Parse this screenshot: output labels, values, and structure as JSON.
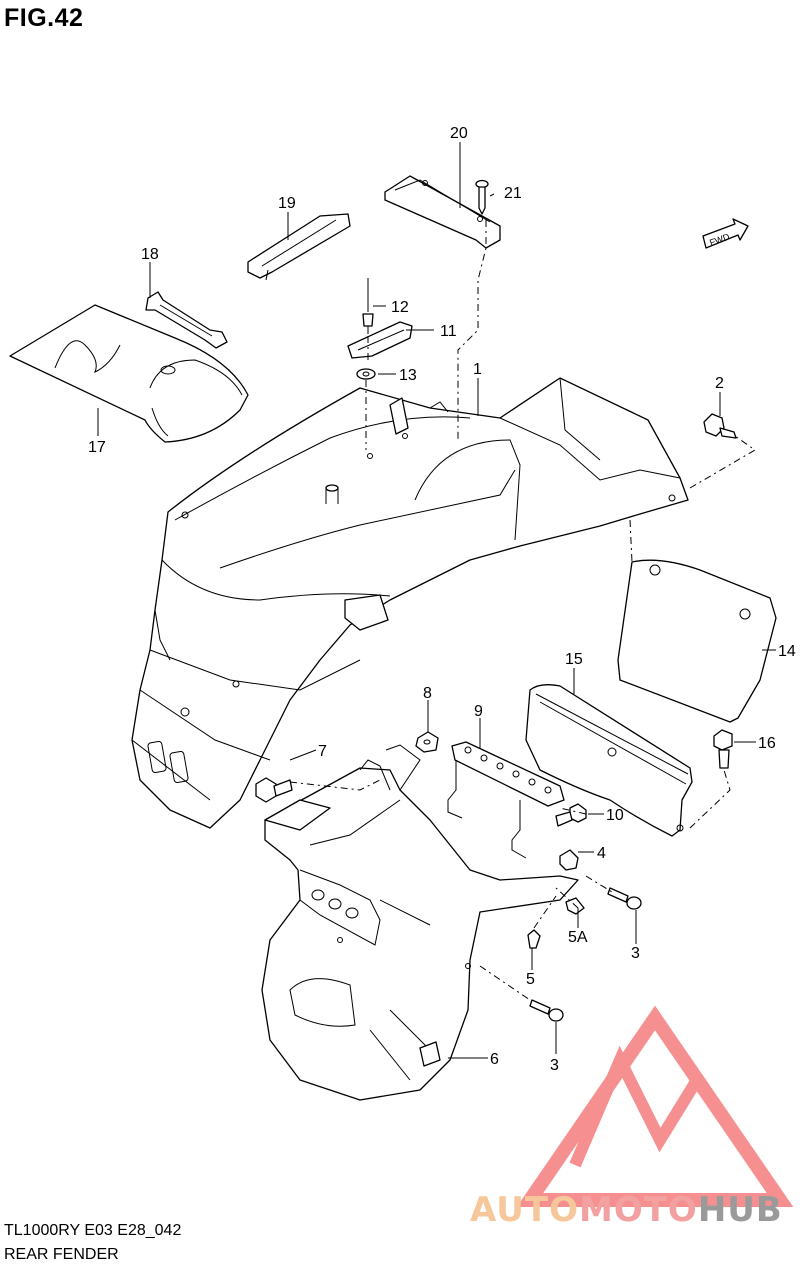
{
  "figure": {
    "title": "FIG.42",
    "model_code": "TL1000RY E03 E28_042",
    "section_name": "REAR FENDER",
    "fwd_label": "FWD"
  },
  "parts": [
    {
      "id": "p20",
      "label": "20"
    },
    {
      "id": "p21",
      "label": "21"
    },
    {
      "id": "p19",
      "label": "19"
    },
    {
      "id": "p18",
      "label": "18"
    },
    {
      "id": "p12",
      "label": "12"
    },
    {
      "id": "p11",
      "label": "11"
    },
    {
      "id": "p13",
      "label": "13"
    },
    {
      "id": "p1",
      "label": "1"
    },
    {
      "id": "p2",
      "label": "2"
    },
    {
      "id": "p17",
      "label": "17"
    },
    {
      "id": "p14",
      "label": "14"
    },
    {
      "id": "p15",
      "label": "15"
    },
    {
      "id": "p16",
      "label": "16"
    },
    {
      "id": "p8",
      "label": "8"
    },
    {
      "id": "p9",
      "label": "9"
    },
    {
      "id": "p7",
      "label": "7"
    },
    {
      "id": "p10",
      "label": "10"
    },
    {
      "id": "p4",
      "label": "4"
    },
    {
      "id": "p5a",
      "label": "5A"
    },
    {
      "id": "p3a",
      "label": "3"
    },
    {
      "id": "p5",
      "label": "5"
    },
    {
      "id": "p6",
      "label": "6"
    },
    {
      "id": "p3b",
      "label": "3"
    }
  ],
  "watermark": {
    "part1": "AUTO",
    "part2": "MOTO",
    "part3": "HUB",
    "color_primary": "#f36b6b",
    "color_secondary": "#f6b26b"
  }
}
